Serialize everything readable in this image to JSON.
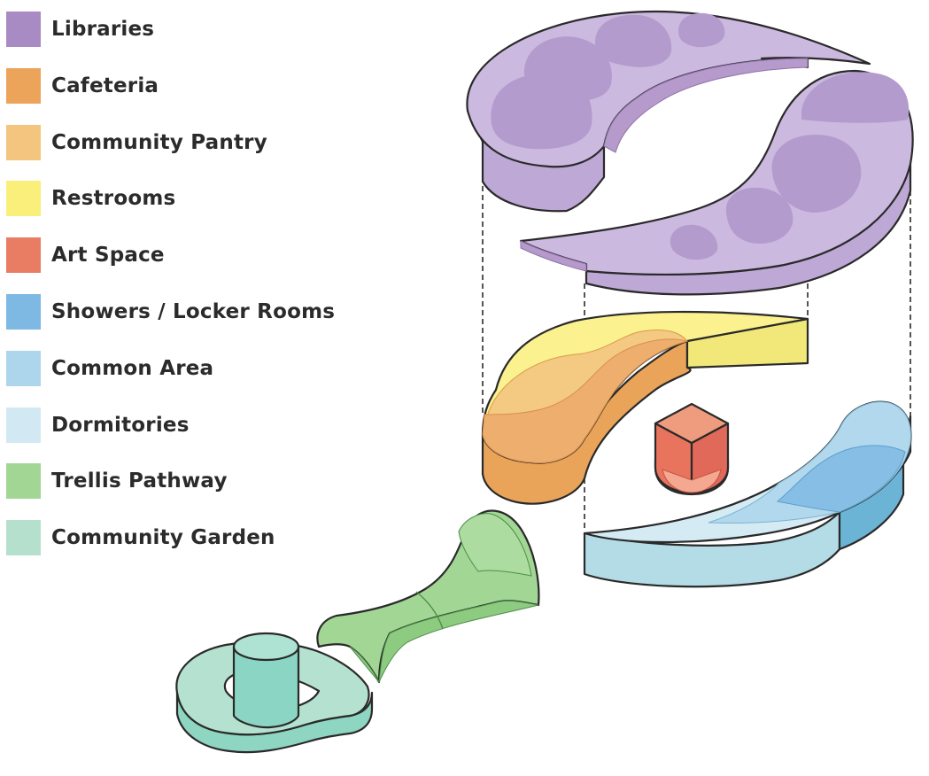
{
  "legend": [
    {
      "label": "Libraries",
      "color": "#A98BC3"
    },
    {
      "label": "Cafeteria",
      "color": "#ECA35A"
    },
    {
      "label": "Community Pantry",
      "color": "#F3C57F"
    },
    {
      "label": "Restrooms",
      "color": "#FAEF7B"
    },
    {
      "label": "Art Space",
      "color": "#E87D63"
    },
    {
      "label": "Showers / Locker Rooms",
      "color": "#7DB9E3"
    },
    {
      "label": "Common Area",
      "color": "#ADD5EC"
    },
    {
      "label": "Dormitories",
      "color": "#D2E9F3"
    },
    {
      "label": "Trellis Pathway",
      "color": "#A2D695"
    },
    {
      "label": "Community Garden",
      "color": "#B5E0CE"
    }
  ]
}
